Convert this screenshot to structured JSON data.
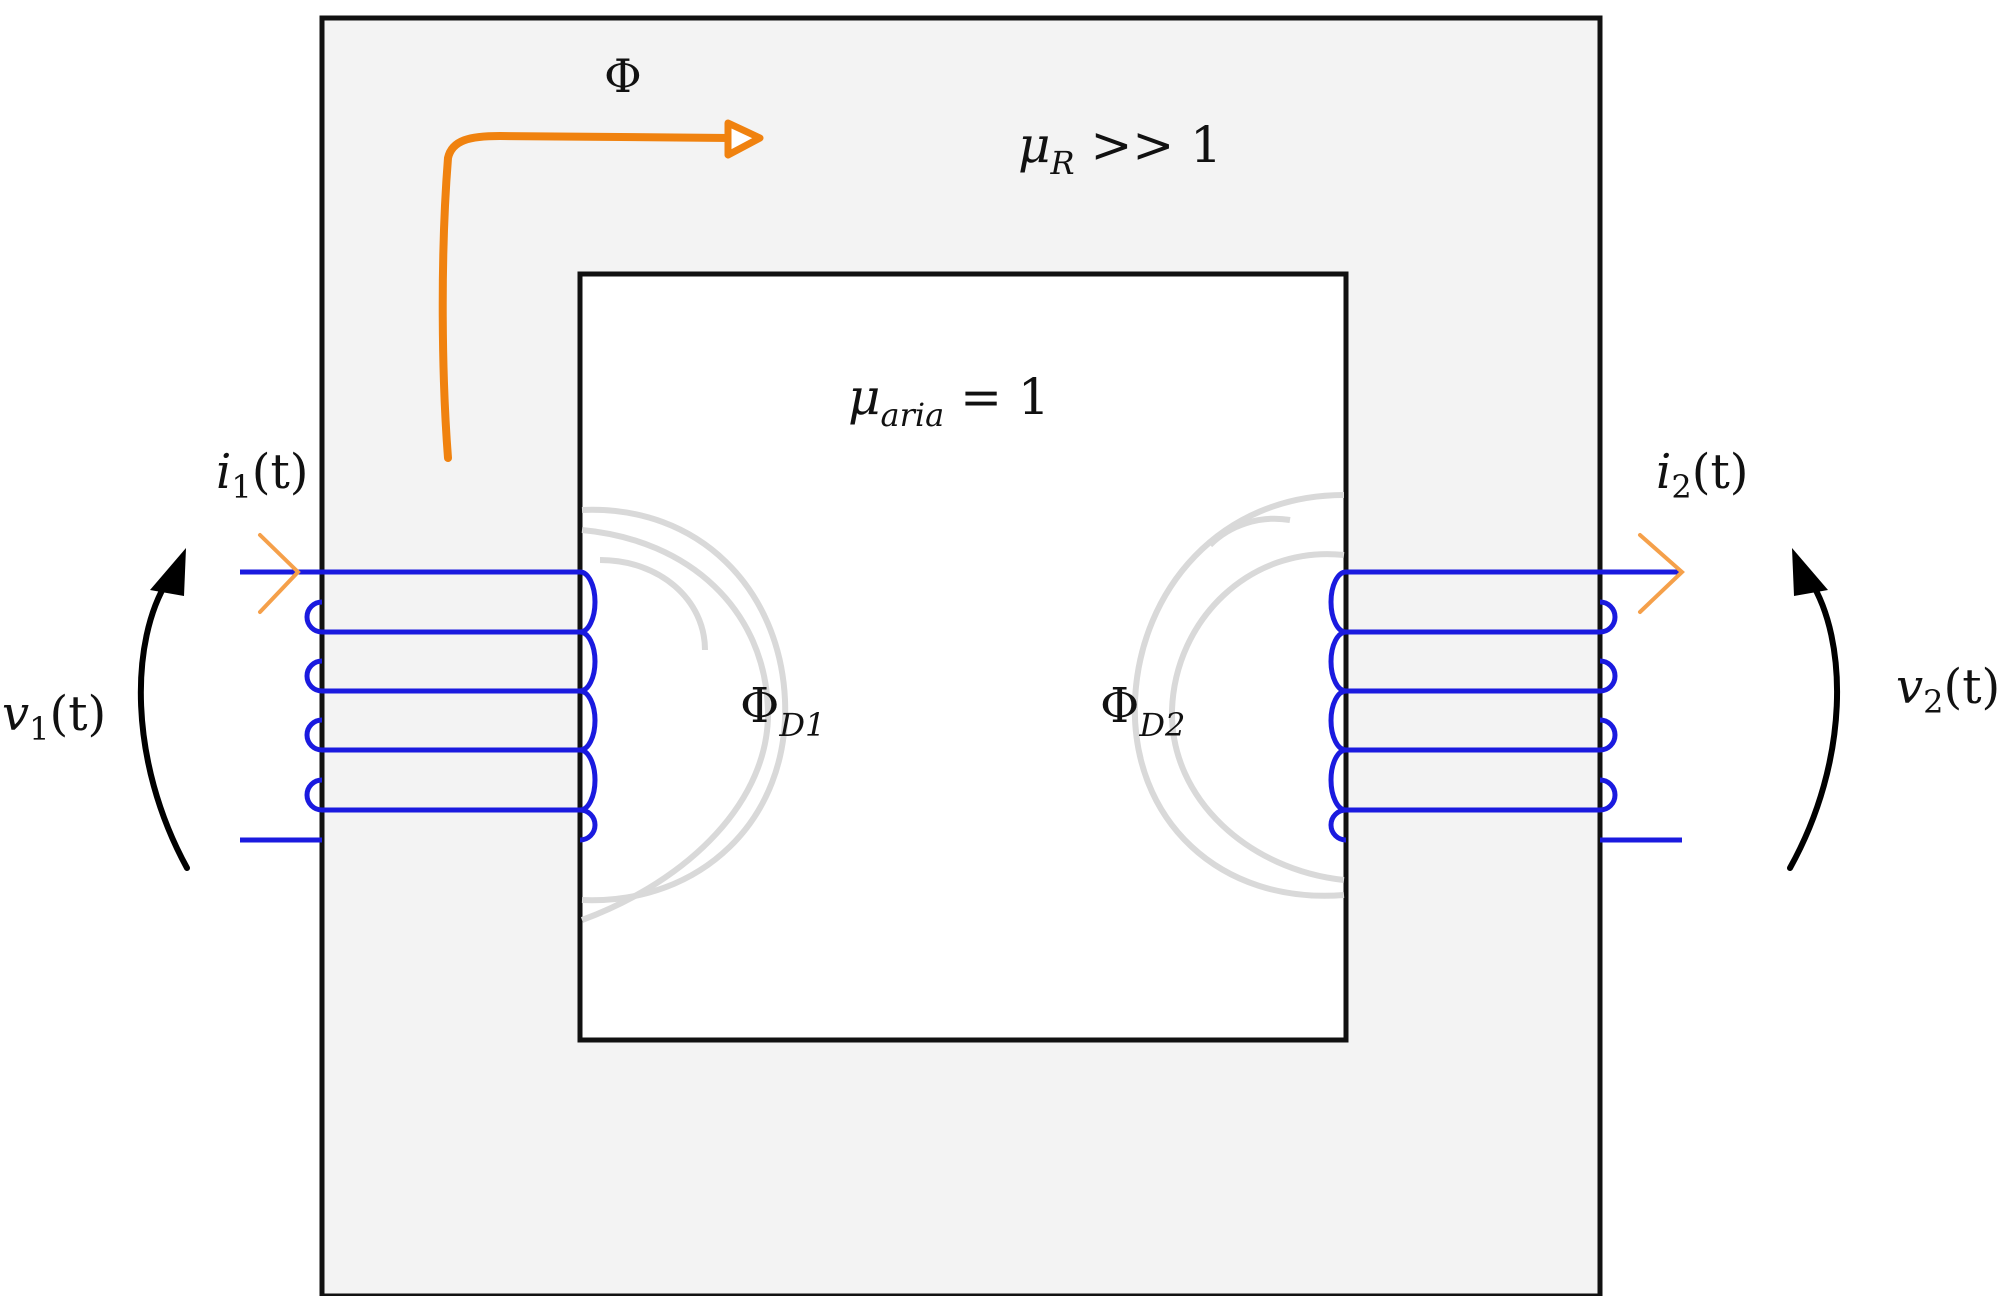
{
  "labels": {
    "flux_main": "Φ",
    "mu_core": "μ",
    "mu_core_sub": "R",
    "mu_core_rel": " >> 1",
    "mu_air": "μ",
    "mu_air_sub": "aria",
    "mu_air_rel": " = 1",
    "i1_sym": "i",
    "i1_sub": "1",
    "i1_arg": "(t)",
    "i2_sym": "i",
    "i2_sub": "2",
    "i2_arg": "(t)",
    "v1_sym": "v",
    "v1_sub": "1",
    "v1_arg": "(t)",
    "v2_sym": "v",
    "v2_sub": "2",
    "v2_arg": "(t)",
    "phi_d1": "Φ",
    "phi_d1_sub": "D1",
    "phi_d2": "Φ",
    "phi_d2_sub": "D2"
  },
  "colors": {
    "core_fill": "#f3f3f3",
    "outline": "#111111",
    "winding": "#1a1adf",
    "flux_arrow": "#f0820f",
    "current_arrow": "#f5a04a",
    "leakage": "#d9d9d9",
    "voltage_arrow": "#000000"
  },
  "winding_turns": {
    "primary": 5,
    "secondary": 5
  }
}
